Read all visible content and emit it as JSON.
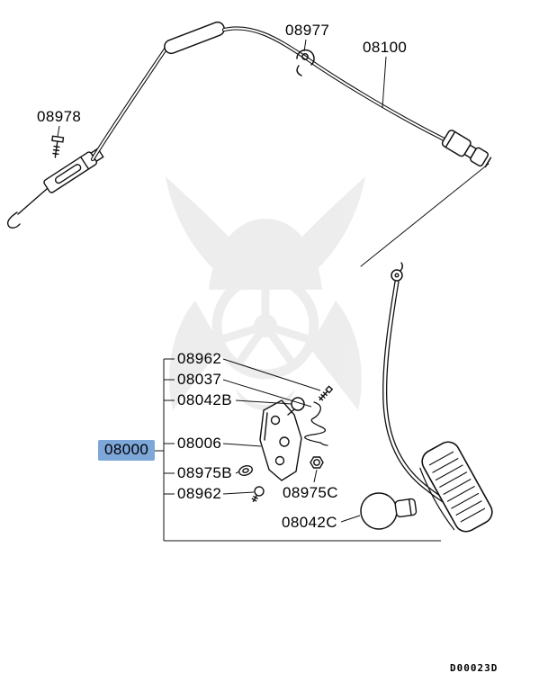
{
  "page": {
    "background": "#ffffff",
    "line_color": "#111111",
    "watermark_color": "#ececec",
    "highlight_color": "#7da7d9",
    "drawing_code": "D00023D"
  },
  "parts": {
    "p08977": "08977",
    "p08100": "08100",
    "p08978": "08978",
    "p08962_top": "08962",
    "p08037": "08037",
    "p08042B": "08042B",
    "p08000": "08000",
    "p08006": "08006",
    "p08975B": "08975B",
    "p08962_bottom": "08962",
    "p08975C": "08975C",
    "p08042C": "08042C"
  }
}
